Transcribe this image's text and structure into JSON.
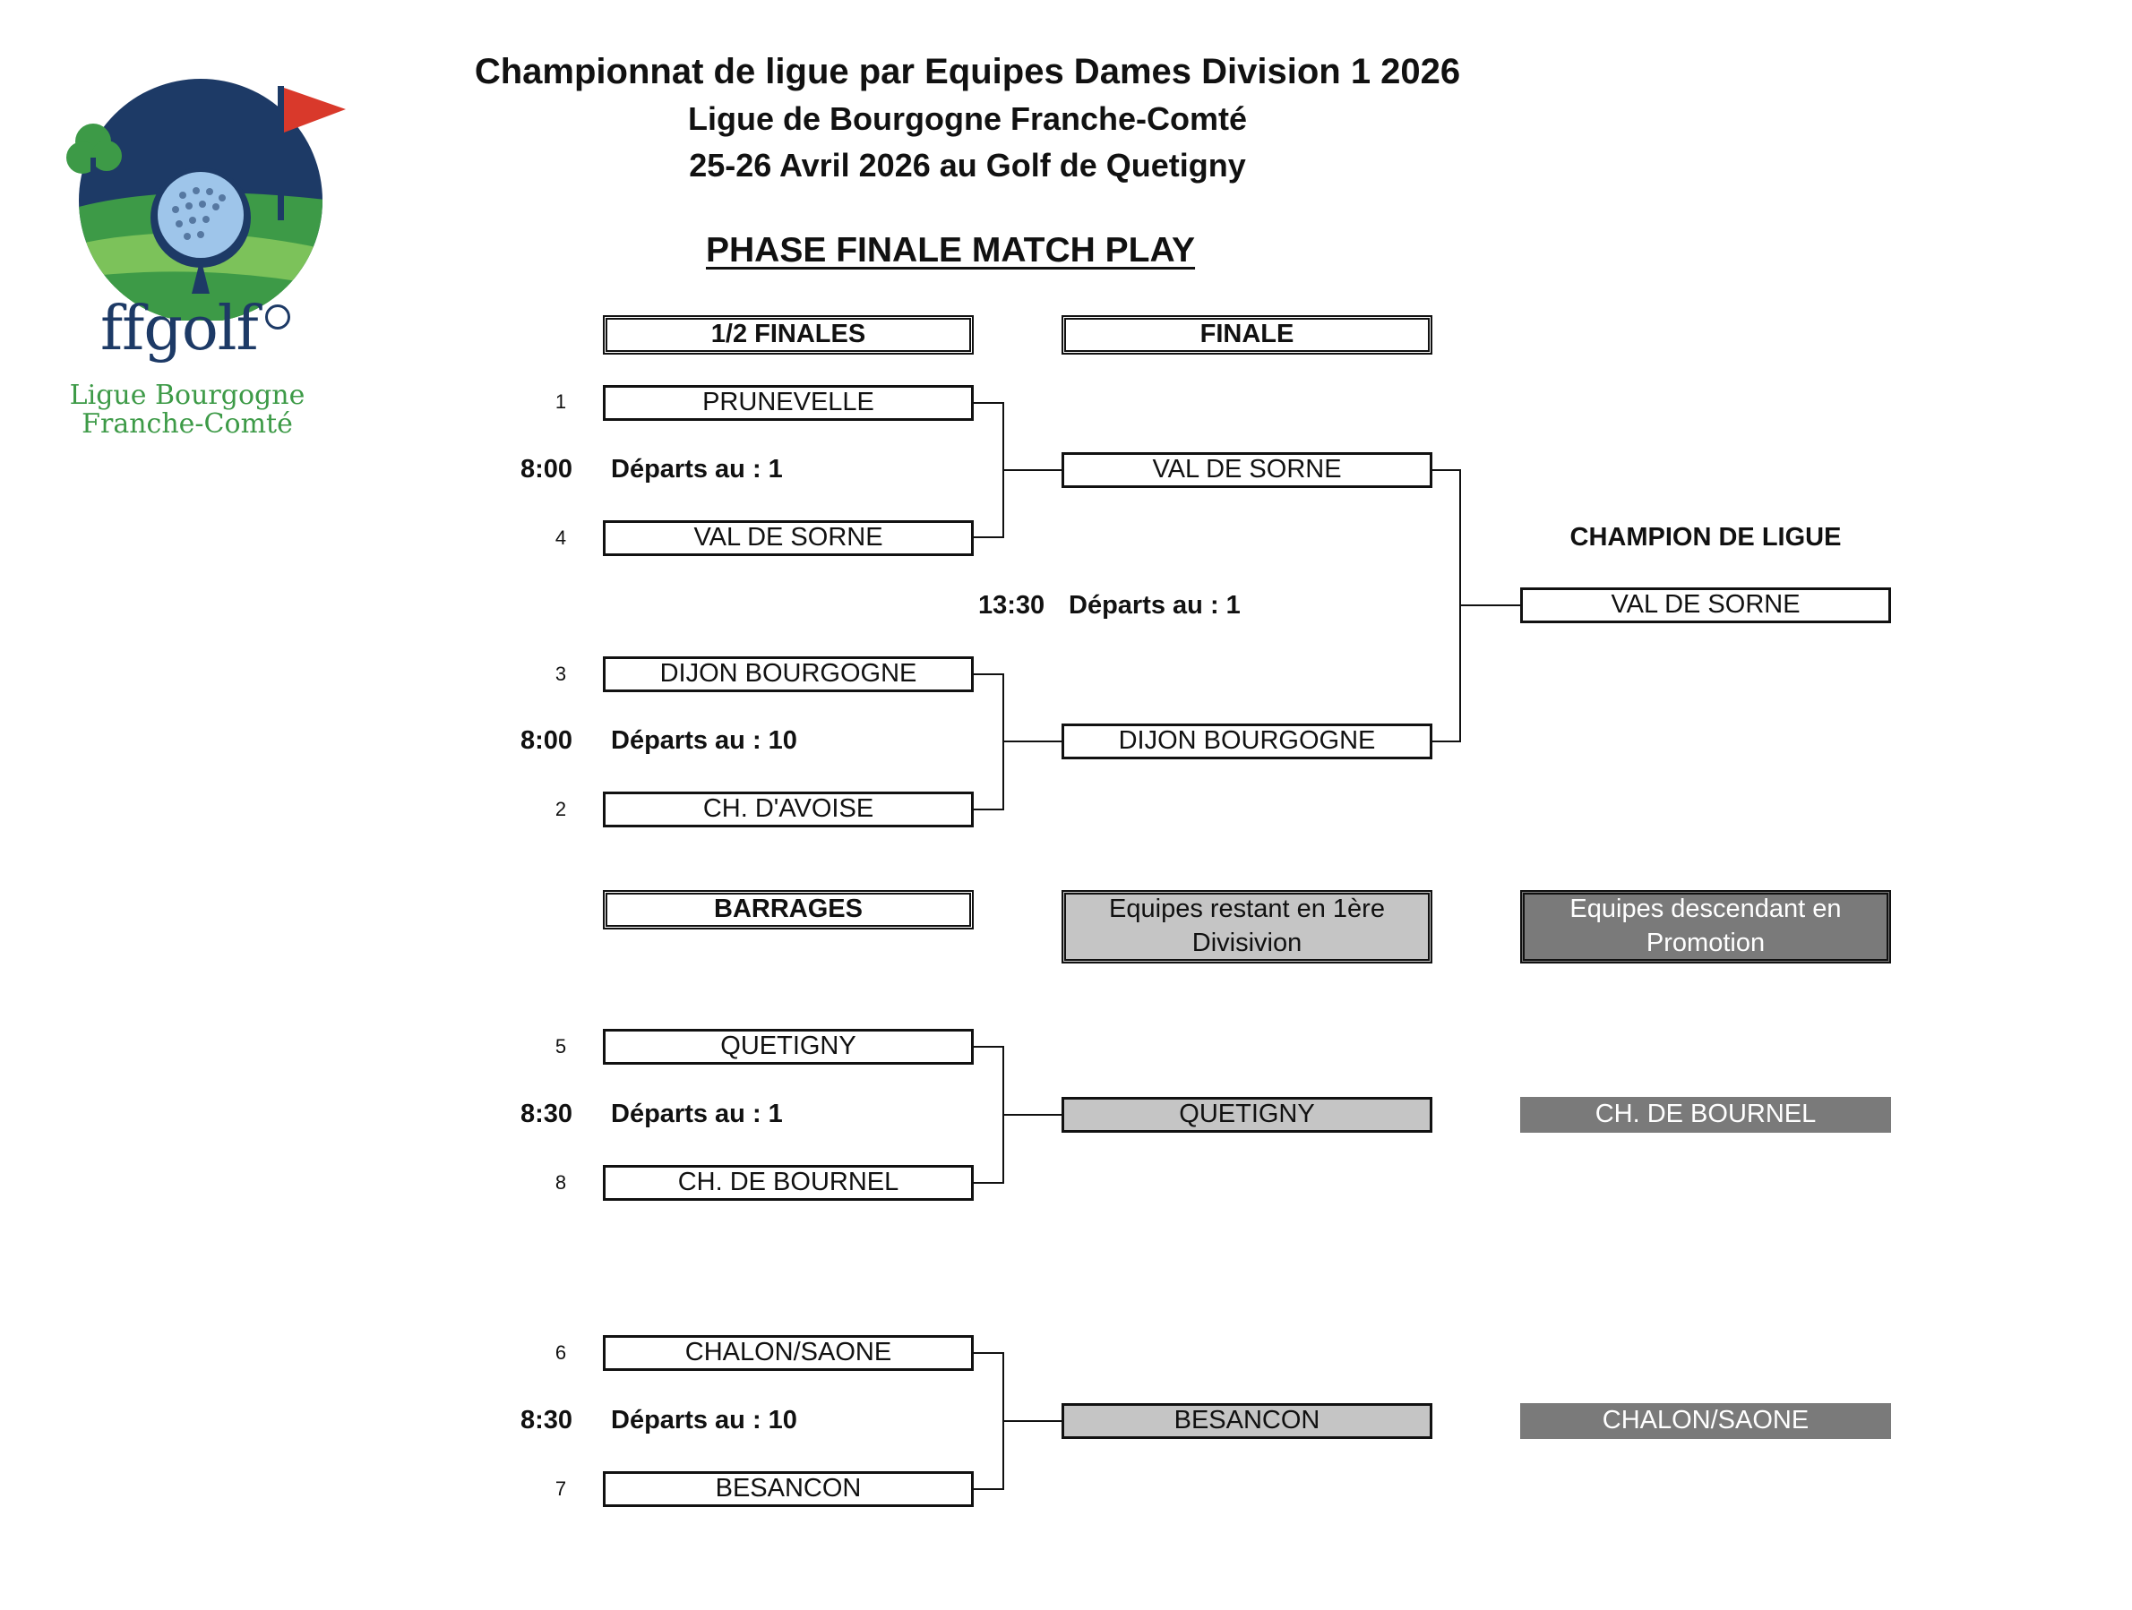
{
  "header": {
    "line1": "Championnat de ligue par Equipes Dames Division 1 2026",
    "line2": "Ligue de Bourgogne Franche-Comté",
    "line3": "25-26 Avril 2026 au Golf de Quetigny",
    "phase": "PHASE FINALE MATCH PLAY"
  },
  "logo": {
    "brand": "ffgolf",
    "sub1": "Ligue Bourgogne",
    "sub2": "Franche-Comté",
    "colors": {
      "navy": "#1d3a66",
      "green": "#3d9a47",
      "lightgreen": "#7cc25a",
      "flag": "#d9392b",
      "ball": "#9ec5ea"
    }
  },
  "columns": {
    "semis": "1/2 FINALES",
    "final": "FINALE",
    "barrages": "BARRAGES",
    "staying": "Equipes restant en 1ère Divisivion",
    "descending": "Equipes descendant en Promotion"
  },
  "semis": [
    {
      "seedA": "1",
      "teamA": "PRUNEVELLE",
      "time": "8:00",
      "start": "Départs au : 1",
      "seedB": "4",
      "teamB": "VAL DE SORNE",
      "winner": "VAL DE SORNE"
    },
    {
      "seedA": "3",
      "teamA": "DIJON BOURGOGNE",
      "time": "8:00",
      "start": "Départs au : 10",
      "seedB": "2",
      "teamB": "CH. D'AVOISE",
      "winner": "DIJON BOURGOGNE"
    }
  ],
  "final": {
    "time": "13:30",
    "start": "Départs au : 1",
    "champion_label": "CHAMPION DE LIGUE",
    "champion": "VAL DE SORNE"
  },
  "barrages": [
    {
      "seedA": "5",
      "teamA": "QUETIGNY",
      "time": "8:30",
      "start": "Départs au : 1",
      "seedB": "8",
      "teamB": "CH. DE BOURNEL",
      "stays": "QUETIGNY",
      "descends": "CH. DE BOURNEL"
    },
    {
      "seedA": "6",
      "teamA": "CHALON/SAONE",
      "time": "8:30",
      "start": "Départs au : 10",
      "seedB": "7",
      "teamB": "BESANCON",
      "stays": "BESANCON",
      "descends": "CHALON/SAONE"
    }
  ]
}
